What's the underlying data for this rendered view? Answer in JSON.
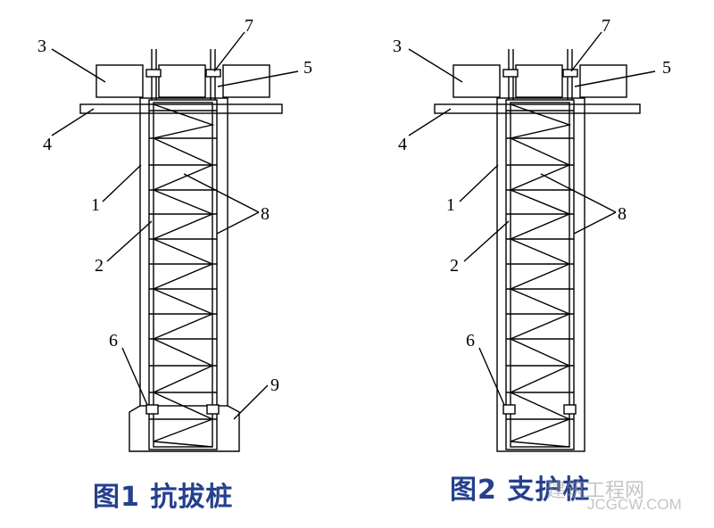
{
  "figure1": {
    "caption": "图1  抗拔桩",
    "labels": {
      "l1": "1",
      "l2": "2",
      "l3": "3",
      "l4": "4",
      "l5": "5",
      "l6": "6",
      "l7": "7",
      "l8": "8",
      "l9": "9"
    }
  },
  "figure2": {
    "caption": "图2  支护桩",
    "labels": {
      "l1": "1",
      "l2": "2",
      "l3": "3",
      "l4": "4",
      "l5": "5",
      "l6": "6",
      "l7": "7",
      "l8": "8"
    }
  },
  "watermark": {
    "text": "建筑工程网",
    "url": "JCGCW.COM"
  },
  "colors": {
    "caption": "#24408e",
    "line": "#000000"
  }
}
